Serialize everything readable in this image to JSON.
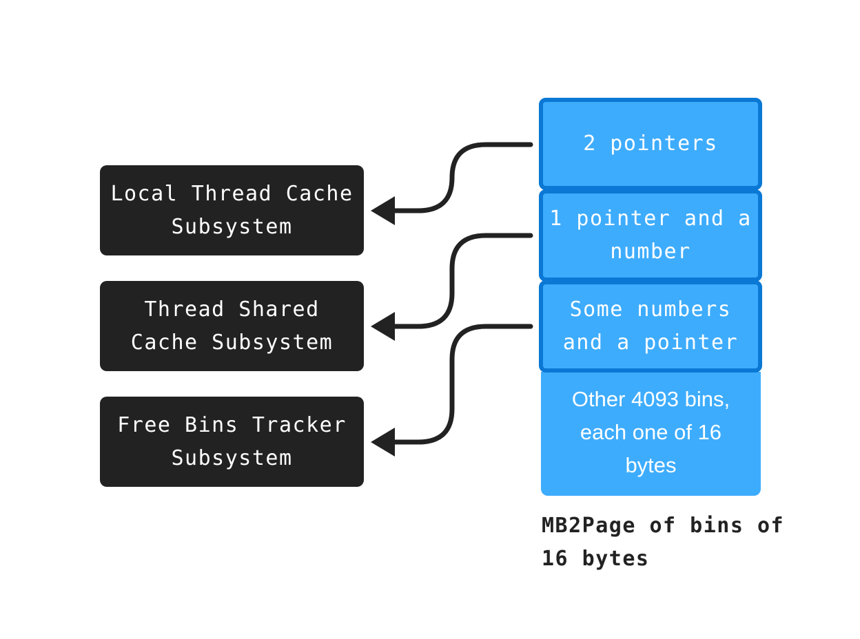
{
  "subsystems": [
    {
      "id": "local",
      "label": "Local Thread Cache\nSubsystem"
    },
    {
      "id": "shared",
      "label": "Thread Shared\nCache Subsystem"
    },
    {
      "id": "free",
      "label": "Free Bins Tracker\nSubsystem"
    }
  ],
  "bins": [
    {
      "label": "2 pointers"
    },
    {
      "label": "1 pointer and a\nnumber"
    },
    {
      "label": "Some numbers\nand a pointer"
    }
  ],
  "other_bins": {
    "label": "Other 4093 bins,\neach one of 16\nbytes"
  },
  "caption": "MB2Page of bins of\n16 bytes",
  "colors": {
    "subsystem_bg": "#222222",
    "bin_fill": "#3eacfd",
    "bin_border": "#0a78d4",
    "arrow": "#222222",
    "text_light": "#ffffff"
  }
}
